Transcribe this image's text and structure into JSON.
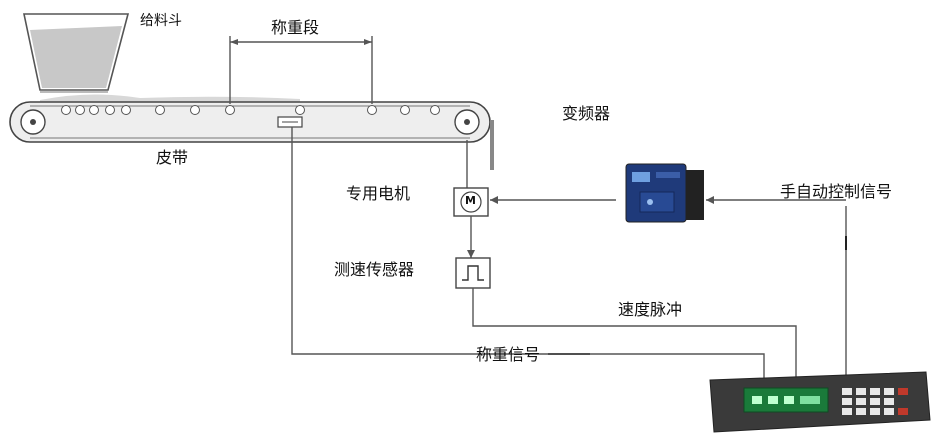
{
  "labels": {
    "hopper": "给料斗",
    "weighing_section": "称重段",
    "belt": "皮带",
    "inverter": "变频器",
    "motor": "专用电机",
    "speed_sensor": "测速传感器",
    "control_signal": "手自动控制信号",
    "speed_pulse": "速度脉冲",
    "weight_signal": "称重信号"
  },
  "motor_symbol": "M",
  "colors": {
    "line": "#555555",
    "belt_fill": "#eeeeee",
    "hopper_fill": "#c8c8c8",
    "inverter_body": "#1f3a7a",
    "controller_body": "#3a3a3a",
    "display": "#1a7a3a",
    "key_red": "#c0392b"
  },
  "icons": [
    "motor-icon",
    "pulse-icon",
    "inverter-icon",
    "controller-icon",
    "load-cell-icon"
  ]
}
